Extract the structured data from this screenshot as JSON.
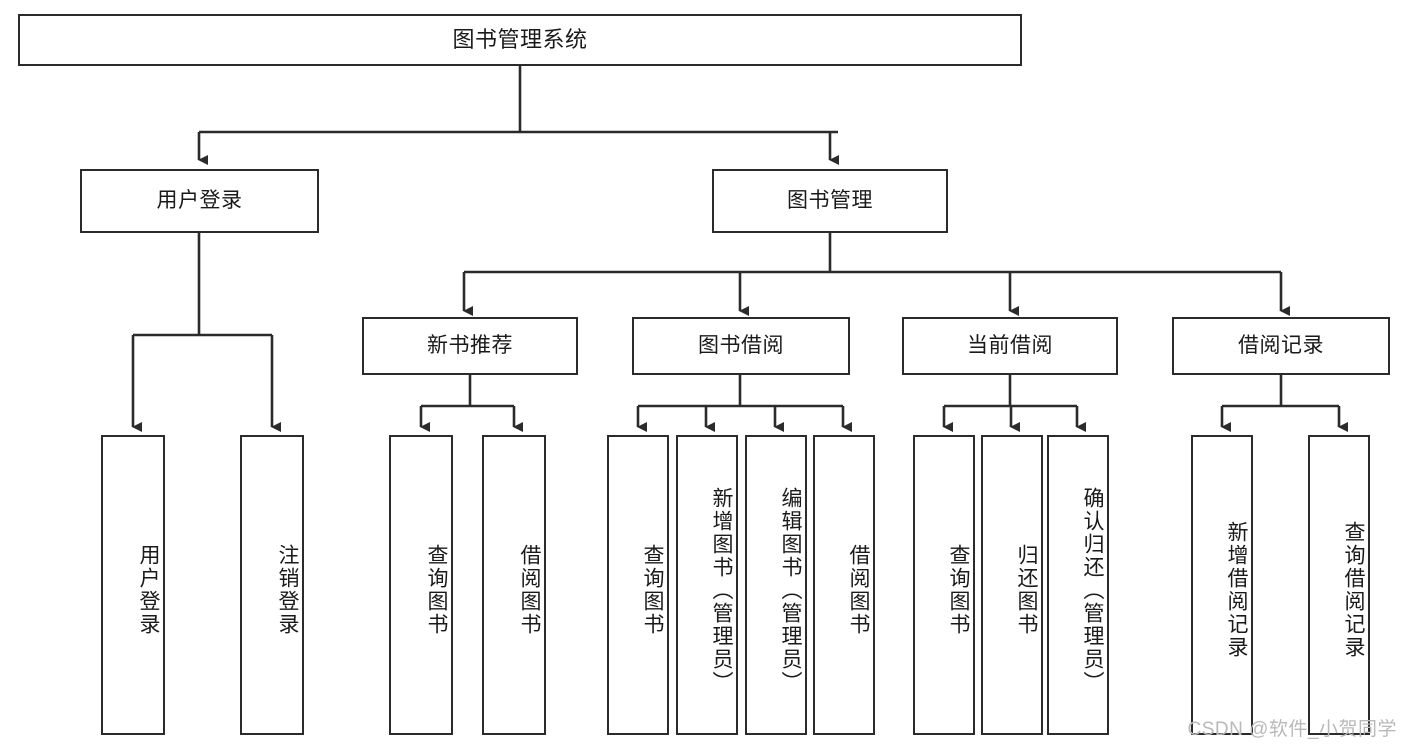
{
  "diagram": {
    "type": "tree",
    "title": "图书管理系统",
    "line_color": "#2b2b2b",
    "box_fill": "#ffffff",
    "text_color": "#1a1a1a",
    "watermark": "CSDN @软件_小贺同学",
    "nodes": {
      "root": {
        "label": "图书管理系统"
      },
      "level2": [
        {
          "label": "用户登录"
        },
        {
          "label": "图书管理"
        }
      ],
      "level3": [
        {
          "label": "新书推荐"
        },
        {
          "label": "图书借阅"
        },
        {
          "label": "当前借阅"
        },
        {
          "label": "借阅记录"
        }
      ],
      "leaves": {
        "user_login": [
          {
            "label": "用户登录"
          },
          {
            "label": "注销登录"
          }
        ],
        "new_book_recommend": [
          {
            "label": "查询图书"
          },
          {
            "label": "借阅图书"
          }
        ],
        "book_borrow": [
          {
            "label": "查询图书"
          },
          {
            "label": "新增图书（管理员）"
          },
          {
            "label": "编辑图书（管理员）"
          },
          {
            "label": "借阅图书"
          }
        ],
        "current_borrow": [
          {
            "label": "查询图书"
          },
          {
            "label": "归还图书"
          },
          {
            "label": "确认归还（管理员）"
          }
        ],
        "borrow_record": [
          {
            "label": "新增借阅记录"
          },
          {
            "label": "查询借阅记录"
          }
        ]
      }
    }
  }
}
